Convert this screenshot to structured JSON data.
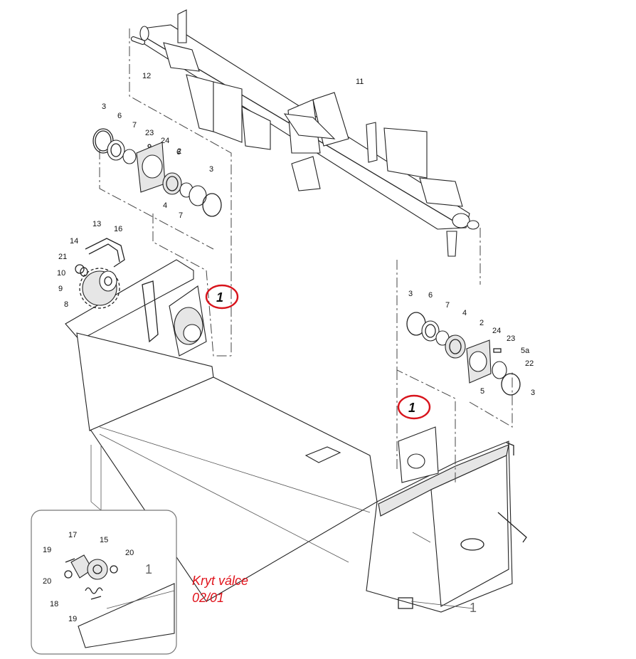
{
  "caption": {
    "title": "Kryt válce",
    "code": "02/01",
    "color": "#e0141c"
  },
  "callouts": [
    {
      "label": "1",
      "ring_color": "#d8141c"
    },
    {
      "label": "1",
      "ring_color": "#d8141c"
    }
  ],
  "parts": {
    "shaft_assembly": [
      "12",
      "11"
    ],
    "left_bearing_group": [
      "3",
      "6",
      "7",
      "23",
      "24",
      "2",
      "4",
      "7",
      "6",
      "3"
    ],
    "chain_drive": [
      "13",
      "14",
      "16",
      "21",
      "10",
      "9",
      "8"
    ],
    "right_bearing_group": [
      "3",
      "6",
      "7",
      "4",
      "2",
      "24",
      "23",
      "5a",
      "22",
      "5",
      "3"
    ],
    "inset_detail": [
      "17",
      "15",
      "19",
      "20",
      "20",
      "18",
      "19",
      "1"
    ],
    "frame": [
      "1"
    ]
  }
}
